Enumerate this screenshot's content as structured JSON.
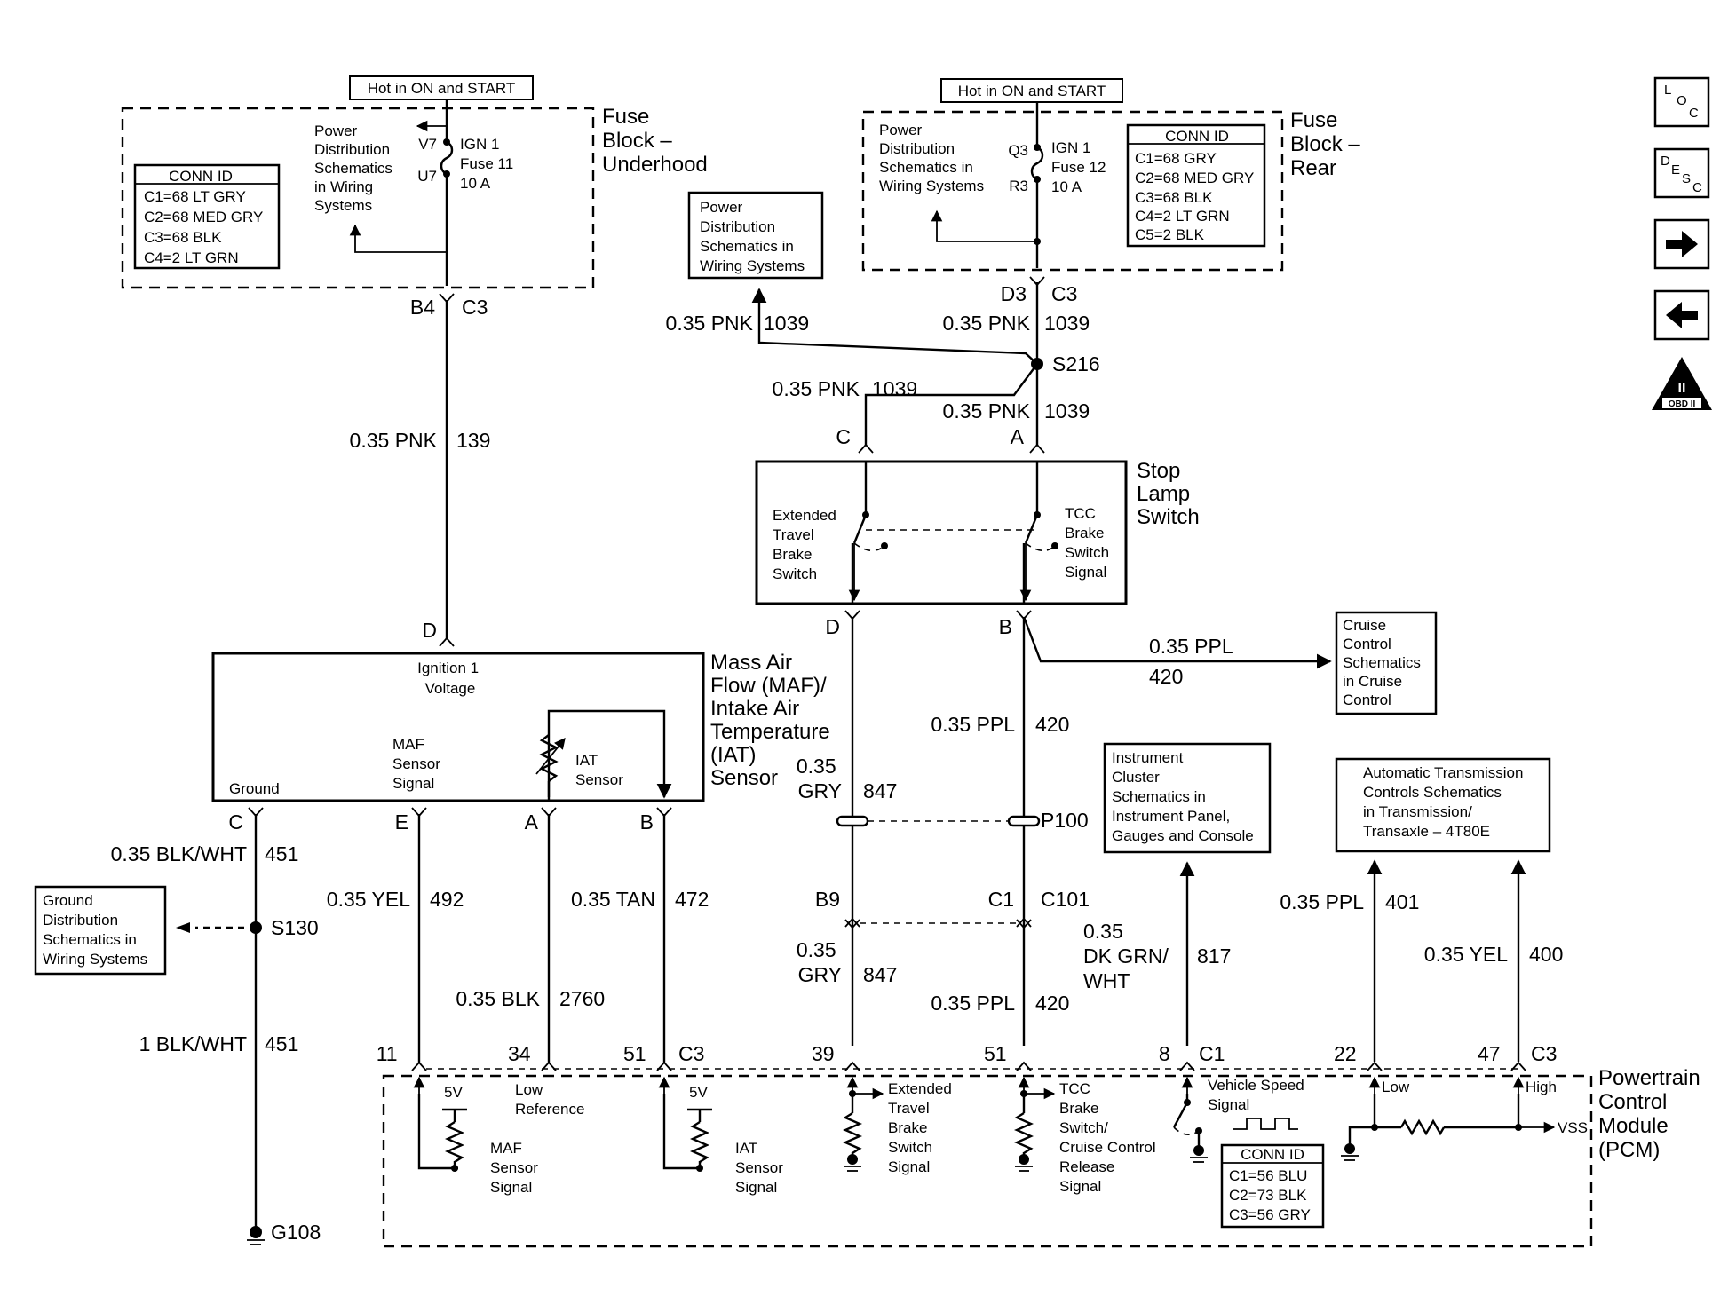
{
  "fuse_underhood": {
    "hot": "Hot in ON and START",
    "pd": [
      "Power",
      "Distribution",
      "Schematics",
      "in Wiring",
      "Systems"
    ],
    "v7": "V7",
    "u7": "U7",
    "fuse": [
      "IGN 1",
      "Fuse 11",
      "10 A"
    ],
    "conn_title": "CONN ID",
    "conn": [
      "C1=68 LT GRY",
      "C2=68 MED GRY",
      "C3=68 BLK",
      "C4=2 LT GRN"
    ],
    "name": [
      "Fuse",
      "Block –",
      "Underhood"
    ],
    "b4": "B4",
    "c3": "C3"
  },
  "fuse_rear": {
    "hot": "Hot in ON and START",
    "pd": [
      "Power",
      "Distribution",
      "Schematics in",
      "Wiring Systems"
    ],
    "q3": "Q3",
    "r3": "R3",
    "fuse": [
      "IGN 1",
      "Fuse 12",
      "10 A"
    ],
    "conn_title": "CONN ID",
    "conn": [
      "C1=68 GRY",
      "C2=68 MED GRY",
      "C3=68 BLK",
      "C4=2 LT GRN",
      "C5=2 BLK"
    ],
    "name": [
      "Fuse",
      "Block –",
      "Rear"
    ],
    "d3": "D3",
    "c3": "C3"
  },
  "pd_box": [
    "Power",
    "Distribution",
    "Schematics in",
    "Wiring Systems"
  ],
  "wires": {
    "w139_color": "0.35 PNK",
    "w139_num": "139",
    "w1039a_color": "0.35 PNK",
    "w1039a_num": "1039",
    "w1039b_color": "0.35 PNK",
    "w1039b_num": "1039",
    "w1039c_color": "0.35 PNK",
    "w1039c_num": "1039",
    "w1039d_color": "0.35 PNK",
    "w1039d_num": "1039",
    "w420a_color": "0.35 PPL",
    "w420a_num": "420",
    "w420b_color": "0.35 PPL",
    "w420b_num": "420",
    "w420c_color": "0.35 PPL",
    "w420c_num": "420",
    "w847a_color": [
      "0.35",
      "GRY"
    ],
    "w847a_num": "847",
    "w847b_color": [
      "0.35",
      "GRY"
    ],
    "w847b_num": "847",
    "w451a_color": "0.35 BLK/WHT",
    "w451a_num": "451",
    "w451b_color": "1 BLK/WHT",
    "w451b_num": "451",
    "w492_color": "0.35 YEL",
    "w492_num": "492",
    "w472_color": "0.35 TAN",
    "w472_num": "472",
    "w2760_color": "0.35 BLK",
    "w2760_num": "2760",
    "w817_color": [
      "0.35",
      "DK GRN/",
      "WHT"
    ],
    "w817_num": "817",
    "w401_color": "0.35 PPL",
    "w401_num": "401",
    "w400_color": "0.35 YEL",
    "w400_num": "400"
  },
  "splices": {
    "s216": "S216",
    "s130": "S130",
    "g108": "G108",
    "p100": "P100"
  },
  "stop_lamp": {
    "name": [
      "Stop",
      "Lamp",
      "Switch"
    ],
    "ext": [
      "Extended",
      "Travel",
      "Brake",
      "Switch"
    ],
    "tcc": [
      "TCC",
      "Brake",
      "Switch",
      "Signal"
    ],
    "pin_c": "C",
    "pin_a": "A",
    "pin_d": "D",
    "pin_b": "B"
  },
  "cruise_box": [
    "Cruise",
    "Control",
    "Schematics",
    "in Cruise",
    "Control"
  ],
  "maf": {
    "name": [
      "Mass Air",
      "Flow (MAF)/",
      "Intake Air",
      "Temperature",
      "(IAT)",
      "Sensor"
    ],
    "ign": [
      "Ignition 1",
      "Voltage"
    ],
    "maf_sig": [
      "MAF",
      "Sensor",
      "Signal"
    ],
    "iat": [
      "IAT",
      "Sensor"
    ],
    "ground": "Ground",
    "pin_d": "D",
    "pin_c": "C",
    "pin_e": "E",
    "pin_a": "A",
    "pin_b": "B"
  },
  "ground_box": [
    "Ground",
    "Distribution",
    "Schematics in",
    "Wiring Systems"
  ],
  "inst_box": [
    "Instrument",
    "Cluster",
    "Schematics in",
    "Instrument Panel,",
    "Gauges and Console"
  ],
  "trans_box": [
    "Automatic Transmission",
    "Controls Schematics",
    "in Transmission/",
    "Transaxle – 4T80E"
  ],
  "c101": {
    "b9": "B9",
    "c1": "C1",
    "name": "C101"
  },
  "pcm": {
    "name": [
      "Powertrain",
      "Control",
      "Module",
      "(PCM)"
    ],
    "pins": [
      "11",
      "34",
      "51",
      "C3",
      "39",
      "51",
      "8",
      "C1",
      "22",
      "47",
      "C3"
    ],
    "v5a": "5V",
    "v5b": "5V",
    "low_ref": [
      "Low",
      "Reference"
    ],
    "maf_sig": [
      "MAF",
      "Sensor",
      "Signal"
    ],
    "iat_sig": [
      "IAT",
      "Sensor",
      "Signal"
    ],
    "ext": [
      "Extended",
      "Travel",
      "Brake",
      "Switch",
      "Signal"
    ],
    "tcc": [
      "TCC",
      "Brake",
      "Switch/",
      "Cruise Control",
      "Release",
      "Signal"
    ],
    "vss": [
      "Vehicle Speed",
      "Signal"
    ],
    "low": "Low",
    "high": "High",
    "vss_out": "VSS",
    "conn_title": "CONN ID",
    "conn": [
      "C1=56 BLU",
      "C2=73 BLK",
      "C3=56 GRY"
    ]
  },
  "side_icons": {
    "loc": [
      "L",
      "O",
      "C"
    ],
    "desc": [
      "D",
      "E",
      "S",
      "C"
    ],
    "obd_top": "II",
    "obd": "OBD II"
  }
}
